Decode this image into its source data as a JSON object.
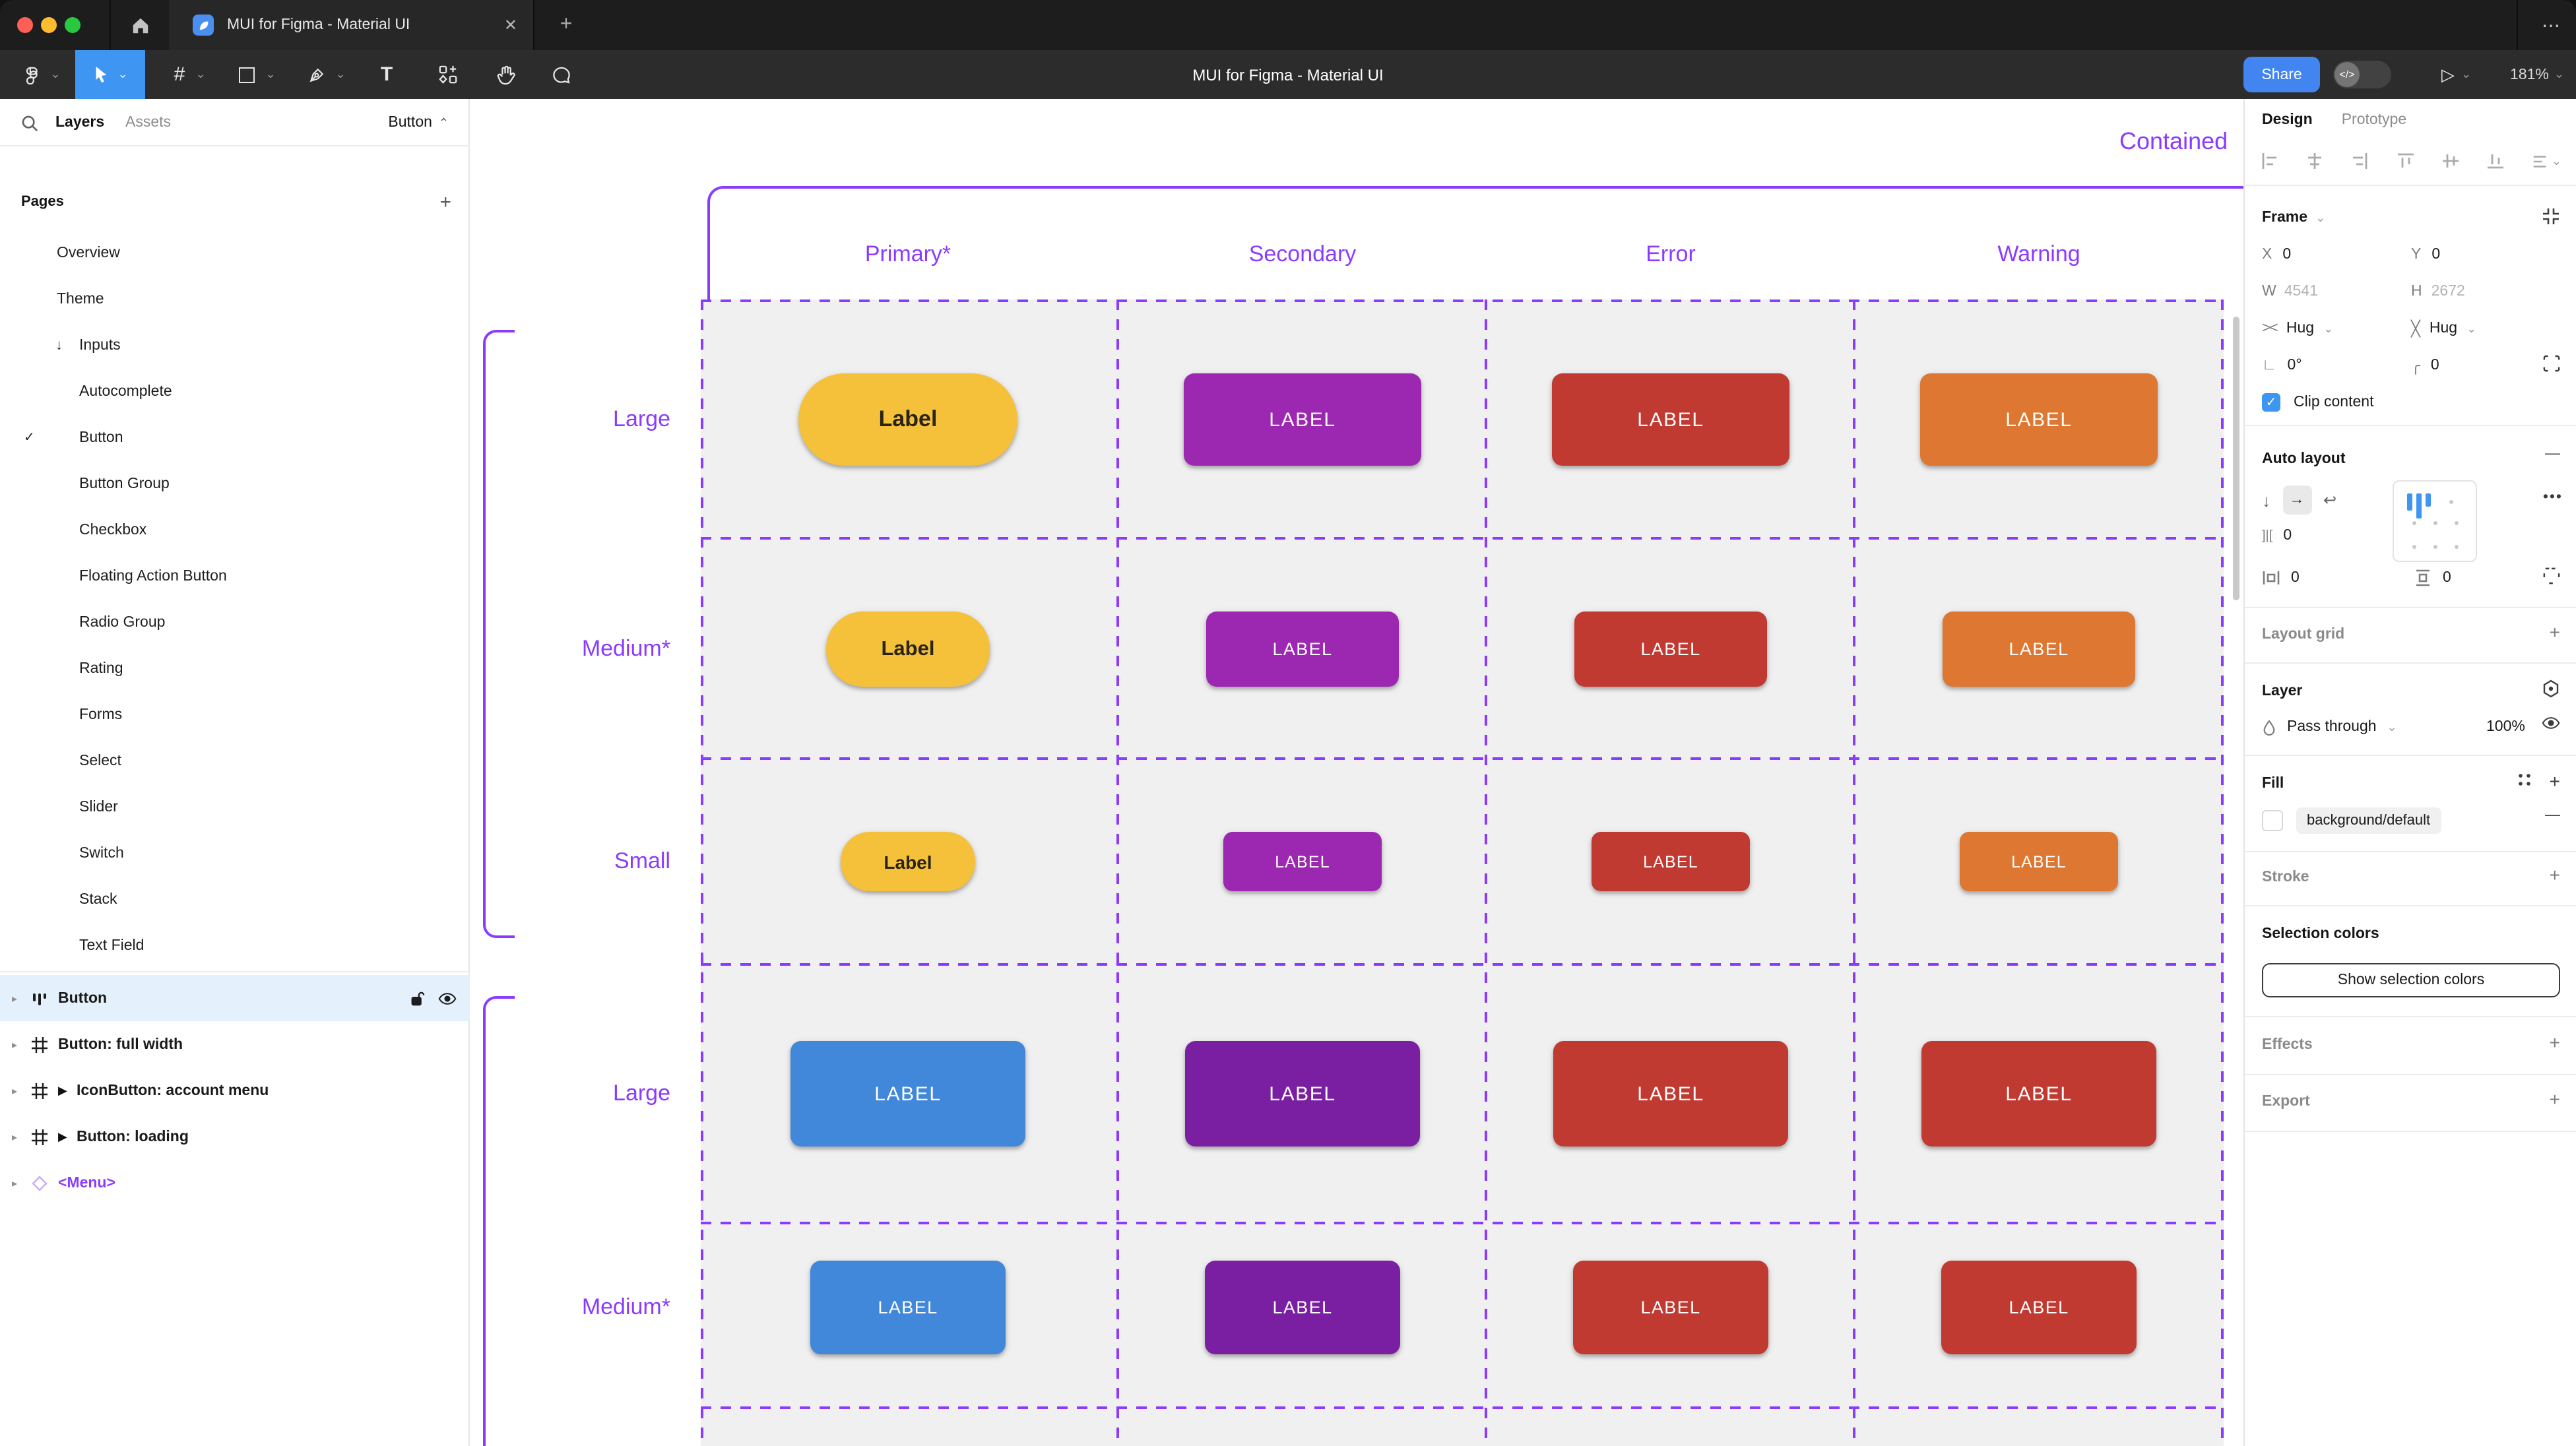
{
  "window": {
    "tab_title": "MUI for Figma - Material UI",
    "doc_title": "MUI for Figma - Material UI",
    "close_glyph": "✕",
    "new_tab_glyph": "+",
    "more_glyph": "⋯"
  },
  "toolbar": {
    "share_label": "Share",
    "zoom_level": "181%"
  },
  "sidebar": {
    "tab_layers": "Layers",
    "tab_assets": "Assets",
    "page_selector": "Button",
    "pages_header": "Pages",
    "pages": [
      {
        "label": "Overview",
        "level": 0
      },
      {
        "label": "Theme",
        "level": 0
      },
      {
        "label": "Inputs",
        "level": 0,
        "arrow": "↓"
      },
      {
        "label": "Autocomplete",
        "level": 1
      },
      {
        "label": "Button",
        "level": 1,
        "checked": "✓"
      },
      {
        "label": "Button Group",
        "level": 1
      },
      {
        "label": "Checkbox",
        "level": 1
      },
      {
        "label": "Floating Action Button",
        "level": 1
      },
      {
        "label": "Radio Group",
        "level": 1
      },
      {
        "label": "Rating",
        "level": 1
      },
      {
        "label": "Forms",
        "level": 1
      },
      {
        "label": "Select",
        "level": 1
      },
      {
        "label": "Slider",
        "level": 1
      },
      {
        "label": "Switch",
        "level": 1
      },
      {
        "label": "Stack",
        "level": 1
      },
      {
        "label": "Text Field",
        "level": 1
      }
    ],
    "layers": [
      {
        "label": "Button",
        "icon": "auto-layout",
        "selected": true
      },
      {
        "label": "Button: full width",
        "icon": "frame"
      },
      {
        "label": "IconButton: account menu",
        "icon": "frame",
        "instance": true
      },
      {
        "label": "Button: loading",
        "icon": "frame",
        "instance": true
      },
      {
        "label": "<Menu>",
        "icon": "diamond",
        "purple": true
      }
    ]
  },
  "canvas": {
    "frame_title": "Contained",
    "columns": [
      "Primary*",
      "Secondary",
      "Error",
      "Warning"
    ],
    "rows": [
      "Large",
      "Medium*",
      "Small",
      "Large",
      "Medium*"
    ],
    "accent_purple": "#8B3BFE",
    "grid_buttons": [
      [
        {
          "label": "Label",
          "bg": "#F5C13B",
          "fg": "#2B2414",
          "w": 166,
          "h": 70,
          "r": 35,
          "fs": 17,
          "fw": 600,
          "ls": 0
        },
        {
          "label": "LABEL",
          "bg": "#9C27B0",
          "fg": "#FFFFFF",
          "w": 180,
          "h": 70,
          "r": 8,
          "fs": 15,
          "fw": 500,
          "ls": 0.8
        },
        {
          "label": "LABEL",
          "bg": "#C13A31",
          "fg": "#FFFFFF",
          "w": 180,
          "h": 70,
          "r": 8,
          "fs": 15,
          "fw": 500,
          "ls": 0.8
        },
        {
          "label": "LABEL",
          "bg": "#DE7731",
          "fg": "#FFFFFF",
          "w": 180,
          "h": 70,
          "r": 8,
          "fs": 15,
          "fw": 500,
          "ls": 0.8
        }
      ],
      [
        {
          "label": "Label",
          "bg": "#F5C13B",
          "fg": "#2B2414",
          "w": 124,
          "h": 57,
          "r": 28,
          "fs": 15.5,
          "fw": 600,
          "ls": 0
        },
        {
          "label": "LABEL",
          "bg": "#9C27B0",
          "fg": "#FFFFFF",
          "w": 146,
          "h": 57,
          "r": 8,
          "fs": 13.5,
          "fw": 500,
          "ls": 0.7
        },
        {
          "label": "LABEL",
          "bg": "#C13A31",
          "fg": "#FFFFFF",
          "w": 146,
          "h": 57,
          "r": 8,
          "fs": 13.5,
          "fw": 500,
          "ls": 0.7
        },
        {
          "label": "LABEL",
          "bg": "#DE7731",
          "fg": "#FFFFFF",
          "w": 146,
          "h": 57,
          "r": 8,
          "fs": 13.5,
          "fw": 500,
          "ls": 0.7
        }
      ],
      [
        {
          "label": "Label",
          "bg": "#F5C13B",
          "fg": "#2B2414",
          "w": 102,
          "h": 45,
          "r": 22,
          "fs": 14,
          "fw": 600,
          "ls": 0
        },
        {
          "label": "LABEL",
          "bg": "#9C27B0",
          "fg": "#FFFFFF",
          "w": 120,
          "h": 45,
          "r": 7,
          "fs": 12.5,
          "fw": 500,
          "ls": 0.6
        },
        {
          "label": "LABEL",
          "bg": "#C13A31",
          "fg": "#FFFFFF",
          "w": 120,
          "h": 45,
          "r": 7,
          "fs": 12.5,
          "fw": 500,
          "ls": 0.6
        },
        {
          "label": "LABEL",
          "bg": "#DE7731",
          "fg": "#FFFFFF",
          "w": 120,
          "h": 45,
          "r": 7,
          "fs": 12.5,
          "fw": 500,
          "ls": 0.6
        }
      ],
      [
        {
          "label": "LABEL",
          "bg": "#4187DA",
          "fg": "#FFFFFF",
          "w": 178,
          "h": 80,
          "r": 8,
          "fs": 15,
          "fw": 500,
          "ls": 0.8
        },
        {
          "label": "LABEL",
          "bg": "#7B1FA2",
          "fg": "#FFFFFF",
          "w": 178,
          "h": 80,
          "r": 8,
          "fs": 15,
          "fw": 500,
          "ls": 0.8
        },
        {
          "label": "LABEL",
          "bg": "#C13A31",
          "fg": "#FFFFFF",
          "w": 178,
          "h": 80,
          "r": 8,
          "fs": 15,
          "fw": 500,
          "ls": 0.8
        },
        {
          "label": "LABEL",
          "bg": "#C13A31",
          "fg": "#FFFFFF",
          "w": 178,
          "h": 80,
          "r": 8,
          "fs": 15,
          "fw": 500,
          "ls": 0.8
        }
      ],
      [
        {
          "label": "LABEL",
          "bg": "#4187DA",
          "fg": "#FFFFFF",
          "w": 148,
          "h": 71,
          "r": 8,
          "fs": 13.5,
          "fw": 500,
          "ls": 0.7
        },
        {
          "label": "LABEL",
          "bg": "#7B1FA2",
          "fg": "#FFFFFF",
          "w": 148,
          "h": 71,
          "r": 8,
          "fs": 13.5,
          "fw": 500,
          "ls": 0.7
        },
        {
          "label": "LABEL",
          "bg": "#C13A31",
          "fg": "#FFFFFF",
          "w": 148,
          "h": 71,
          "r": 8,
          "fs": 13.5,
          "fw": 500,
          "ls": 0.7
        },
        {
          "label": "LABEL",
          "bg": "#C13A31",
          "fg": "#FFFFFF",
          "w": 148,
          "h": 71,
          "r": 8,
          "fs": 13.5,
          "fw": 500,
          "ls": 0.7
        }
      ]
    ]
  },
  "panel": {
    "tab_design": "Design",
    "tab_prototype": "Prototype",
    "frame": {
      "header": "Frame",
      "x_label": "X",
      "x_value": "0",
      "y_label": "Y",
      "y_value": "0",
      "w_label": "W",
      "w_value": "4541",
      "h_label": "H",
      "h_value": "2672",
      "hug_h": "Hug",
      "hug_v": "Hug",
      "rotation": "0°",
      "radius": "0",
      "clip_label": "Clip content"
    },
    "auto_layout": {
      "header": "Auto layout",
      "gap_value": "0",
      "pad_h_value": "0",
      "pad_v_value": "0"
    },
    "layout_grid_header": "Layout grid",
    "layer": {
      "header": "Layer",
      "blend_mode": "Pass through",
      "opacity": "100%"
    },
    "fill": {
      "header": "Fill",
      "token": "background/default"
    },
    "stroke_header": "Stroke",
    "selection_colors_header": "Selection colors",
    "show_selection_colors": "Show selection colors",
    "effects_header": "Effects",
    "export_header": "Export"
  }
}
